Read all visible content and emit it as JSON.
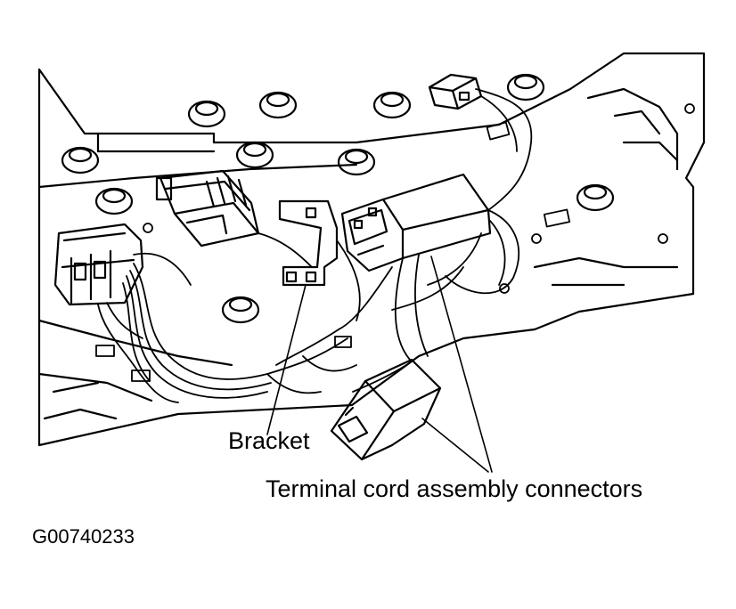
{
  "labels": {
    "bracket": "Bracket",
    "terminal": "Terminal cord assembly connectors",
    "figure_id": "G00740233"
  },
  "colors": {
    "line": "#000000",
    "background": "#ffffff"
  }
}
